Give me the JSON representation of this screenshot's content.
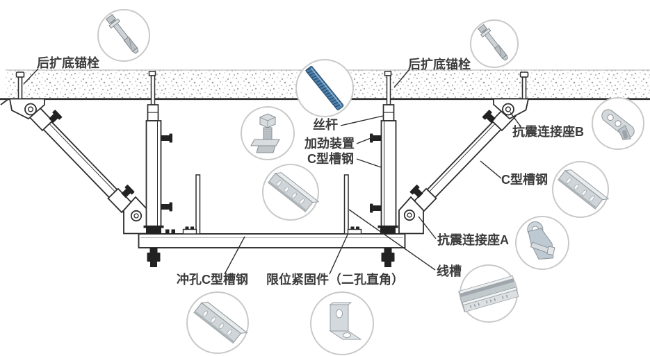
{
  "diagram": {
    "labels": {
      "anchor_bolt_left": "后扩底锚栓",
      "anchor_bolt_right": "后扩底锚栓",
      "threaded_rod": "丝杆",
      "stiffening_device": "加劲装置",
      "c_channel": "C型槽钢",
      "seismic_connector_b": "抗震连接座B",
      "c_channel_brace": "C型槽钢",
      "seismic_connector_a": "抗震连接座A",
      "wire_duct": "线槽",
      "punched_c_channel": "冲孔C型槽钢",
      "limit_fastener": "限位紧固件（二孔直角）"
    },
    "callout_icons": [
      "expansion-anchor-bolt-icon",
      "expansion-anchor-bolt-icon",
      "threaded-rod-icon",
      "stiffening-bolt-assembly-icon",
      "c-channel-steel-icon",
      "seismic-connector-b-icon",
      "c-channel-steel-icon",
      "seismic-connector-a-icon",
      "punched-c-channel-icon",
      "two-hole-angle-bracket-icon",
      "cable-tray-icon"
    ],
    "colors": {
      "line": "#2d2d2d",
      "text": "#3b3b3b",
      "circle_border": "#c9c9c9",
      "rod_blue": "#4d7fae",
      "metal": "#ced4d7",
      "ceiling_dot": "#a0a0a0"
    }
  }
}
